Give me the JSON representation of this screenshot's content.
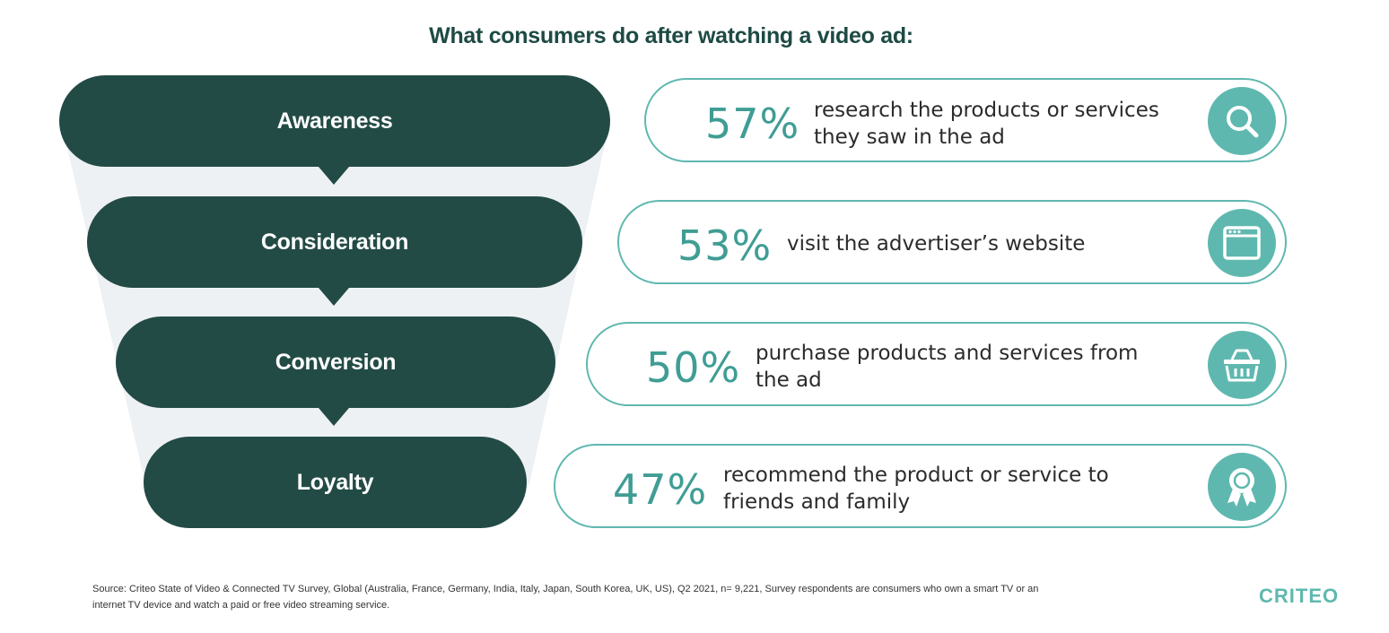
{
  "title": "What consumers do after watching a video ad:",
  "stages": [
    {
      "label": "Awareness"
    },
    {
      "label": "Consideration"
    },
    {
      "label": "Conversion"
    },
    {
      "label": "Loyalty"
    }
  ],
  "stats": [
    {
      "percent": "57%",
      "line1": "research the products or services",
      "line2": "they saw in the ad",
      "icon": "search-icon"
    },
    {
      "percent": "53%",
      "line1": "visit the advertiser’s website",
      "line2": "",
      "icon": "browser-window-icon"
    },
    {
      "percent": "50%",
      "line1": "purchase products and services from",
      "line2": "the ad",
      "icon": "basket-icon"
    },
    {
      "percent": "47%",
      "line1": "recommend the product or service to",
      "line2": "friends and family",
      "icon": "award-ribbon-icon"
    }
  ],
  "source": {
    "line1": "Source: Criteo State of Video & Connected TV Survey, Global (Australia, France, Germany, India, Italy, Japan, South Korea, UK, US), Q2 2021, n= 9,221, Survey respondents are consumers who own a smart TV or an",
    "line2": "internet TV device and watch a paid or free video streaming service."
  },
  "logo": "CRITEO",
  "colors": {
    "dark_green": "#234b46",
    "teal": "#5fb8af",
    "funnel_bg": "#eef1f3"
  }
}
